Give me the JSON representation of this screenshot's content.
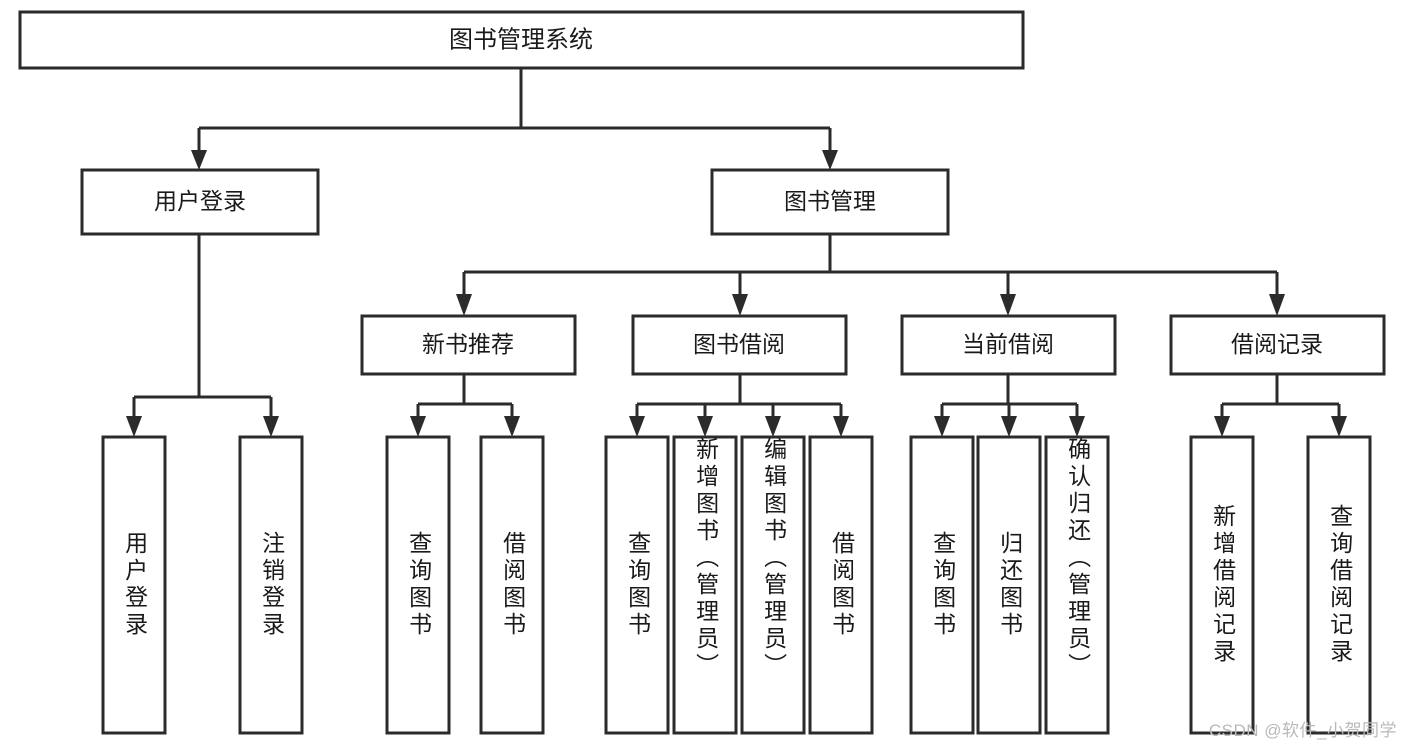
{
  "diagram": {
    "type": "tree-hierarchy",
    "title": "图书管理系统",
    "root": {
      "id": "root",
      "label": "图书管理系统"
    },
    "level2": [
      {
        "id": "user-login",
        "label": "用户登录"
      },
      {
        "id": "book-management",
        "label": "图书管理"
      }
    ],
    "level3": [
      {
        "id": "new-book-recommend",
        "label": "新书推荐"
      },
      {
        "id": "book-borrow",
        "label": "图书借阅"
      },
      {
        "id": "current-borrow",
        "label": "当前借阅"
      },
      {
        "id": "borrow-record",
        "label": "借阅记录"
      }
    ],
    "leaves": [
      {
        "id": "leaf-user-login",
        "label": "用户登录",
        "parent": "user-login"
      },
      {
        "id": "leaf-logout-login",
        "label": "注销登录",
        "parent": "user-login"
      },
      {
        "id": "leaf-query-book-1",
        "label": "查询图书",
        "parent": "new-book-recommend"
      },
      {
        "id": "leaf-borrow-book-1",
        "label": "借阅图书",
        "parent": "new-book-recommend"
      },
      {
        "id": "leaf-query-book-2",
        "label": "查询图书",
        "parent": "book-borrow"
      },
      {
        "id": "leaf-add-book",
        "label": "新增图书（管理员）",
        "parent": "book-borrow"
      },
      {
        "id": "leaf-edit-book",
        "label": "编辑图书（管理员）",
        "parent": "book-borrow"
      },
      {
        "id": "leaf-borrow-book-2",
        "label": "借阅图书",
        "parent": "book-borrow"
      },
      {
        "id": "leaf-query-book-3",
        "label": "查询图书",
        "parent": "current-borrow"
      },
      {
        "id": "leaf-return-book",
        "label": "归还图书",
        "parent": "current-borrow"
      },
      {
        "id": "leaf-confirm-return",
        "label": "确认归还（管理员）",
        "parent": "current-borrow"
      },
      {
        "id": "leaf-add-record",
        "label": "新增借阅记录",
        "parent": "borrow-record"
      },
      {
        "id": "leaf-query-record",
        "label": "查询借阅记录",
        "parent": "borrow-record"
      }
    ],
    "colors": {
      "stroke": "#2b2b2b",
      "fill": "#ffffff",
      "text": "#1a1a1a",
      "watermark": "#b9b9b9"
    }
  },
  "watermark": {
    "text": "CSDN @软件_小贺同学"
  }
}
